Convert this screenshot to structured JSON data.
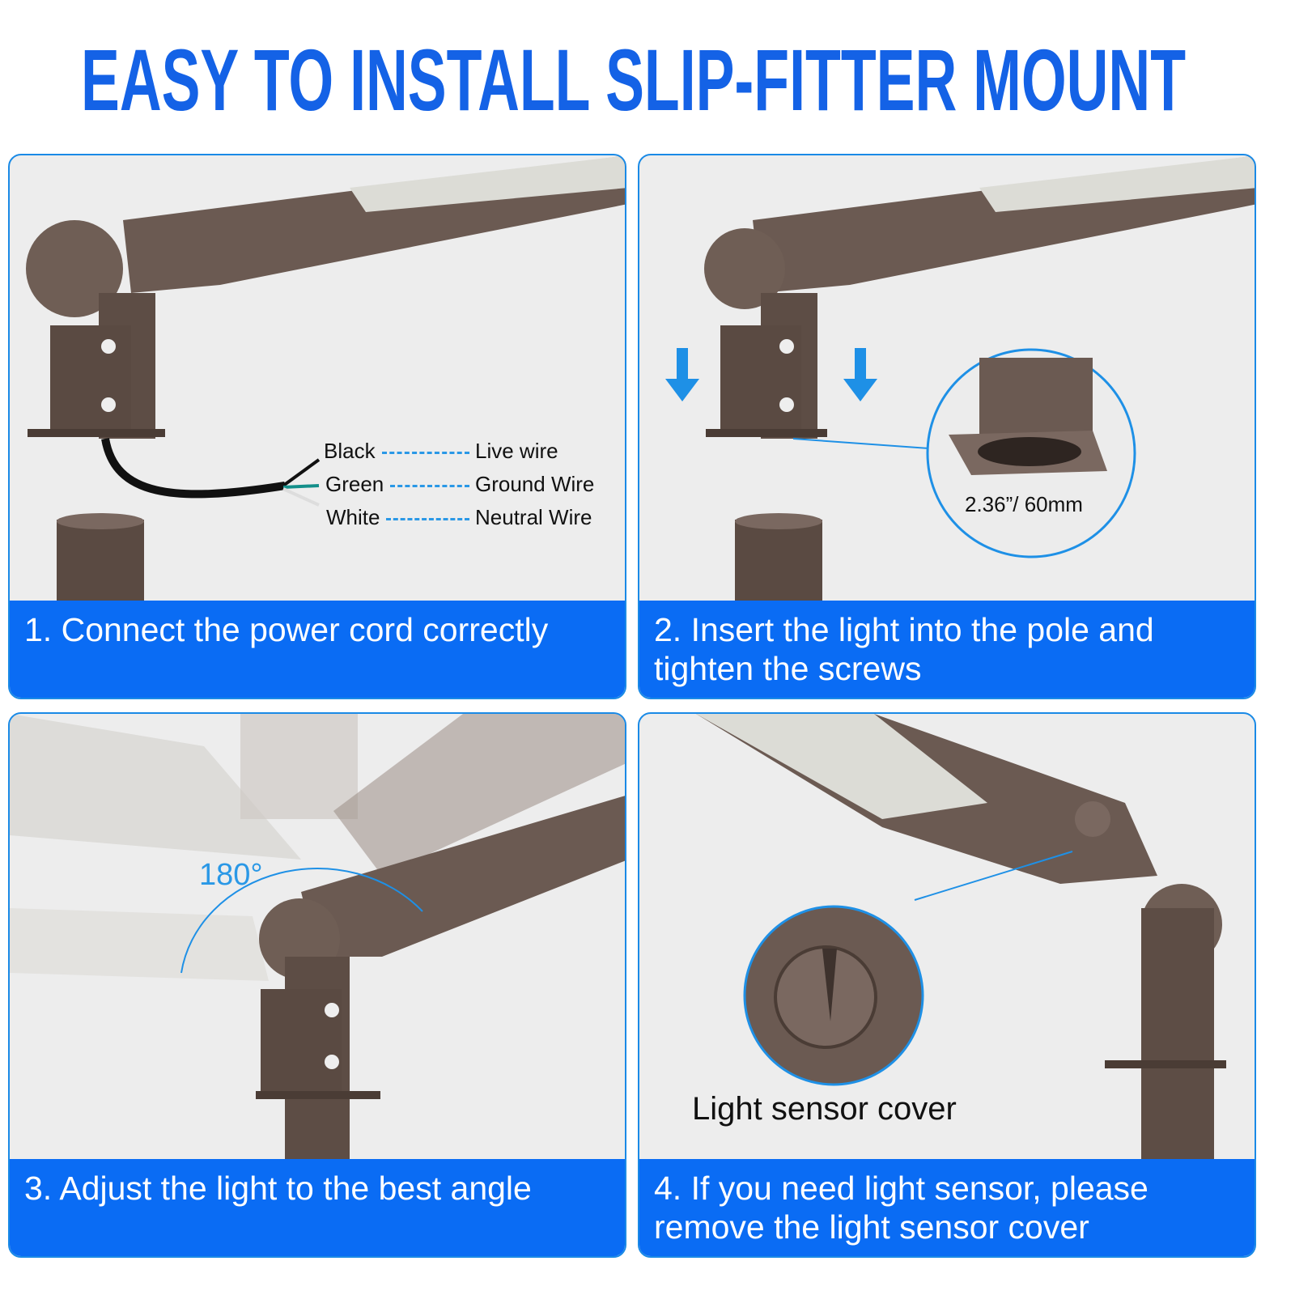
{
  "title": "EASY TO INSTALL SLIP-FITTER MOUNT",
  "steps": [
    {
      "caption": "1. Connect the power cord correctly"
    },
    {
      "caption": "2. Insert the light into the pole and tighten the screws"
    },
    {
      "caption": "3. Adjust the light to the best angle"
    },
    {
      "caption": "4. If you need light sensor, please remove the light sensor cover"
    }
  ],
  "wiring": [
    {
      "color": "Black",
      "function": "Live wire"
    },
    {
      "color": "Green",
      "function": "Ground Wire"
    },
    {
      "color": "White",
      "function": "Neutral Wire"
    }
  ],
  "dimension": "2.36”/ 60mm",
  "angle": "180°",
  "sensor_label": "Light sensor cover",
  "colors": {
    "title": "#1462e6",
    "caption_bg": "#0a6cf4",
    "border": "#1a8ae6",
    "fixture": "#6b5a52"
  }
}
